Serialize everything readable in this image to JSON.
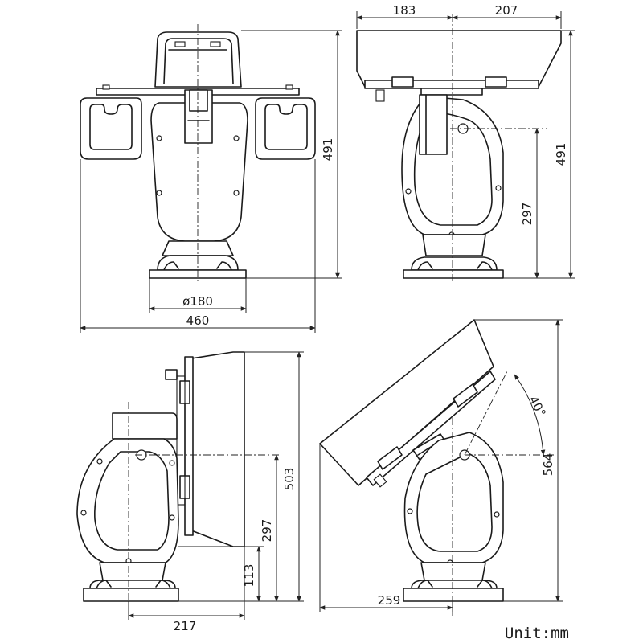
{
  "dimensions": {
    "front_top_left_width": "183",
    "front_top_right_width": "207",
    "front_total_height": "491",
    "side_total_height": "491",
    "side_pivot_height": "297",
    "front_base_diameter": "ø180",
    "front_total_width": "460",
    "profile_total_height": "503",
    "profile_pivot_height": "297",
    "profile_base_height": "113",
    "profile_base_width": "217",
    "tilted_angle": "40°",
    "tilted_total_height": "564",
    "tilted_front_width": "259"
  },
  "unit_label": "Unit:mm"
}
